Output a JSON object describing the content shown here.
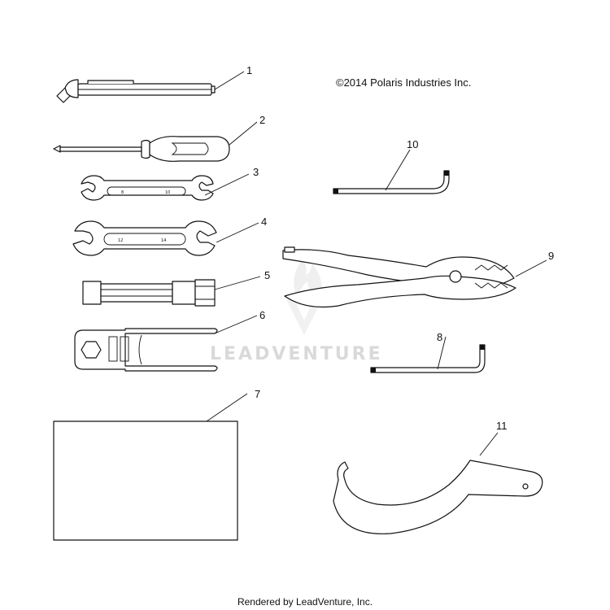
{
  "copyright": "©2014 Polaris Industries Inc.",
  "footer": "Rendered by LeadVenture, Inc.",
  "watermark": "LEADVENTURE",
  "callouts": [
    "1",
    "2",
    "3",
    "4",
    "5",
    "6",
    "7",
    "8",
    "9",
    "10",
    "11"
  ],
  "wrench_small_sizes": [
    "8",
    "10"
  ],
  "wrench_large_sizes": [
    "12",
    "14"
  ]
}
